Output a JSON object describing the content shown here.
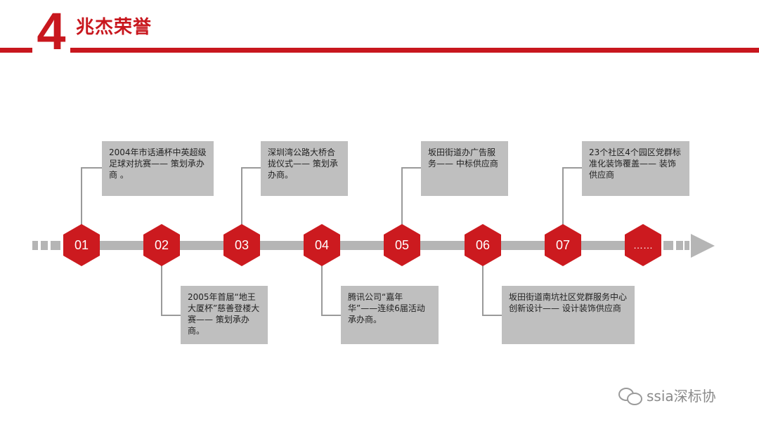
{
  "header": {
    "number": "4",
    "title": "兆杰荣誉"
  },
  "timeline": {
    "nodes": [
      "01",
      "02",
      "03",
      "04",
      "05",
      "06",
      "07",
      "……"
    ]
  },
  "notes": [
    {
      "node": "01",
      "text": "2004年市话通杯中英超级足球对抗赛—— 策划承办商 。"
    },
    {
      "node": "02",
      "text": "2005年首届“地王大厦杯”慈善登楼大赛—— 策划承办商。"
    },
    {
      "node": "03",
      "text": "深圳湾公路大桥合拢仪式—— 策划承办商。"
    },
    {
      "node": "04",
      "text": "腾讯公司“嘉年华”——连续6届活动承办商。"
    },
    {
      "node": "05",
      "text": "坂田街道办广告服务—— 中标供应商"
    },
    {
      "node": "06",
      "text": "坂田街道南坑社区党群服务中心创新设计—— 设计装饰供应商"
    },
    {
      "node": "07",
      "text": "23个社区4个园区党群标准化装饰覆盖—— 装饰供应商"
    }
  ],
  "watermark": {
    "text": "ssia深标协",
    "icon": "wechat-icon"
  },
  "colors": {
    "accent": "#c8171e",
    "timeline": "#b5b5b5",
    "note_bg": "#bfbfbf"
  }
}
